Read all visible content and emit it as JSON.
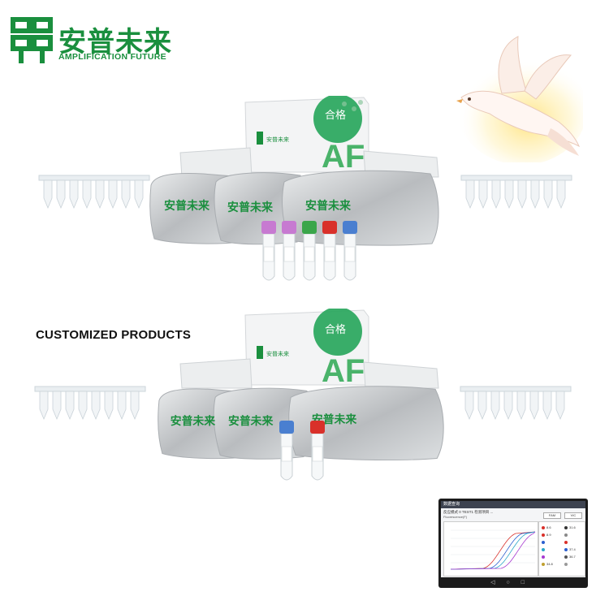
{
  "brand": {
    "name_cn": "安普未来",
    "name_en": "AMPLIFICATION FUTURE",
    "color": "#1a8f3e"
  },
  "box": {
    "label_cn": "合格",
    "monogram": "AF",
    "mini_logo_cn": "安普未来"
  },
  "pouch_text_cn": "安普未来",
  "customized_label": "CUSTOMIZED PRODUCTS",
  "tube_caps": {
    "top": [
      "#c77ad1",
      "#c77ad1",
      "#3aa64a",
      "#d9302a",
      "#4a7fd0"
    ],
    "bottom": [
      "#4a7fd0",
      "#d9302a"
    ]
  },
  "tablet": {
    "title": "数据查询",
    "tab_fam": "FAM",
    "tab_vic": "VIC",
    "row_label": "反应模式 0 TEST1 检测项目 ...",
    "filter_label": "Fluorescence(F)",
    "curve_colors": [
      "#d9302a",
      "#2b5fd0",
      "#2aa7c8",
      "#a73ad0"
    ],
    "well_values": [
      "8.6",
      "8.9",
      "",
      "",
      "",
      "34.8",
      "31.6",
      "",
      "",
      "37.4",
      "36.7",
      ""
    ]
  }
}
